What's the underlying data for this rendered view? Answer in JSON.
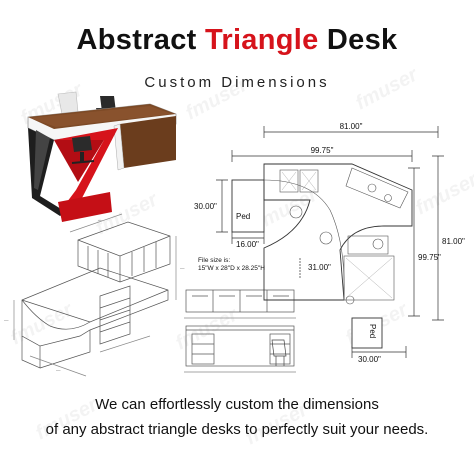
{
  "title": {
    "prefix": "Abstract",
    "accent": "Triangle",
    "suffix": "Desk",
    "accent_color": "#d6131b"
  },
  "subtitle": "Custom Dimensions",
  "dimensions": {
    "top_overall": "81.00\"",
    "top_inner": "99.75\"",
    "right_overall": "81.00\"",
    "right_inner": "99.75\"",
    "left_depth": "30.00\"",
    "left_width": "16.00\"",
    "inner_curve": "31.00\"",
    "bottom_width": "30.00\""
  },
  "ped_label": "Ped",
  "file_size": {
    "label": "File size is:",
    "value": "15\"W x 28\"D x 28.25\"H"
  },
  "watermark": "fmuser",
  "footer": {
    "line1": "We can effortlessly custom the dimensions",
    "line2": "of any abstract triangle desks to perfectly suit your needs."
  }
}
